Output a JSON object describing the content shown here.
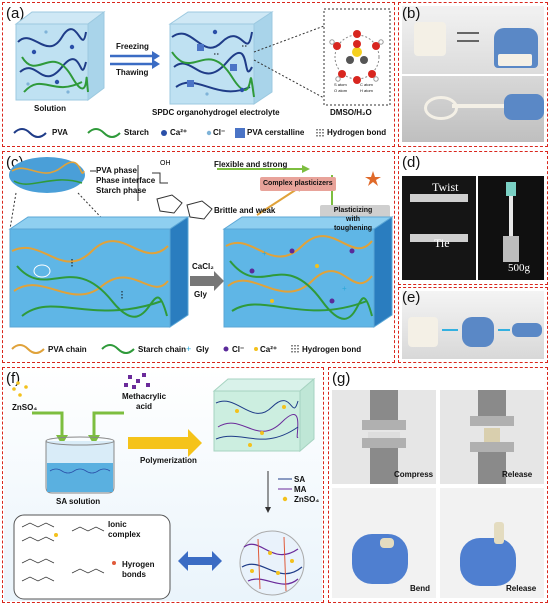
{
  "panels": {
    "a": {
      "label": "(a)",
      "solution": "Solution",
      "freezing": "Freezing",
      "thawing": "Thawing",
      "electrolyte": "SPDC organohydrogel electrolyte",
      "dmso": "DMSO/H₂O",
      "legend": {
        "pva": "PVA",
        "starch": "Starch",
        "ca": "Ca²⁺",
        "cl": "Cl⁻",
        "crystal": "PVA cerstalline",
        "hbond": "Hydrogen bond"
      },
      "atoms": [
        "S atom",
        "C atom",
        "O atom",
        "H atom"
      ]
    },
    "b": {
      "label": "(b)"
    },
    "c": {
      "label": "(c)",
      "pva_phase": "PVA phase",
      "interface": "Phase interface",
      "starch_phase": "Starch phase",
      "flexible": "Flexible and strong",
      "brittle": "Brittle and weak",
      "complex": "Complex plasticizers",
      "plasticizing": "Plasticizing\nwith\ntoughening",
      "cacl2": "CaCl₂",
      "gly": "Gly",
      "legend": {
        "pva": "PVA chain",
        "starch": "Starch chain",
        "gly": "Gly",
        "cl": "Cl⁻",
        "ca": "Ca²⁺",
        "hbond": "Hydrogen bond"
      }
    },
    "d": {
      "label": "(d)",
      "twist": "Twist",
      "tie": "Tie",
      "weight": "500g"
    },
    "e": {
      "label": "(e)"
    },
    "f": {
      "label": "(f)",
      "znso4": "ZnSO₄",
      "methacrylic": "Methacrylic\nacid",
      "polymerization": "Polymerization",
      "sa_solution": "SA solution",
      "ionic": "Ionic\ncomplex",
      "hbonds": "Hyrogen\nbonds",
      "legend": {
        "sa": "SA",
        "ma": "MA",
        "zn": "ZnSO₄"
      }
    },
    "g": {
      "label": "(g)",
      "compress": "Compress",
      "release1": "Release",
      "bend": "Bend",
      "release2": "Release"
    }
  },
  "colors": {
    "border": "#d9261c",
    "pva": "#1f3c88",
    "starch": "#2f9a3a",
    "pva_chain": "#e0a23a",
    "arrow": "#3b6cc4",
    "starch_arrow": "#7dbe3f"
  }
}
